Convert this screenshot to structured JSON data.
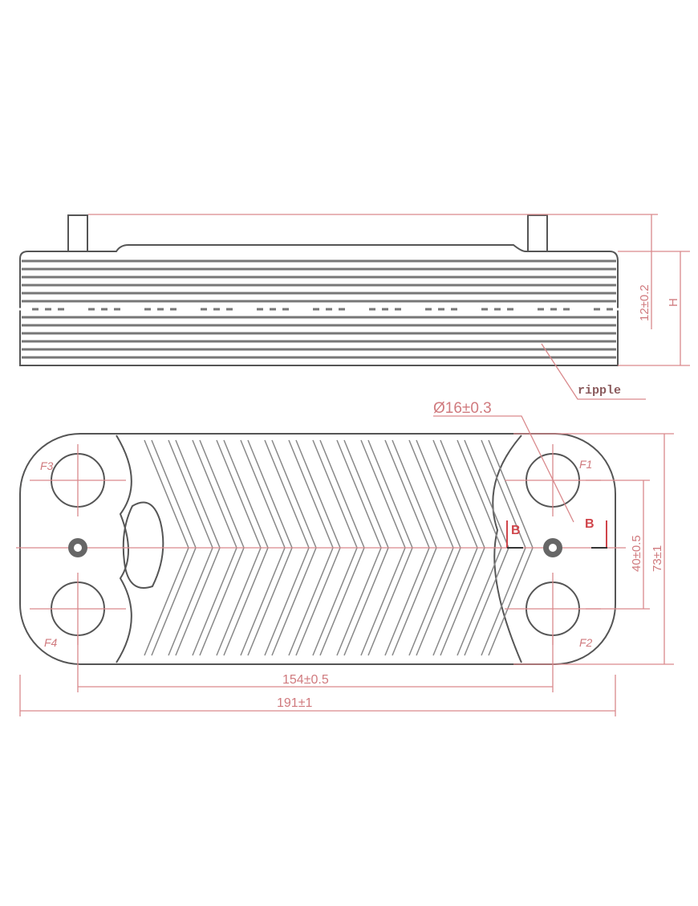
{
  "side_view": {
    "thickness_dim": "12±0.2",
    "height_dim": "H",
    "ripple_label": "ripple"
  },
  "plate_view": {
    "port_diameter_dim": "Ø16±0.3",
    "ports": [
      "F1",
      "F2",
      "F3",
      "F4"
    ],
    "section_marks": [
      "B",
      "B"
    ],
    "port_spacing_dim": "40±0.5",
    "width_dim": "73±1",
    "port_center_dim": "154±0.5",
    "length_dim": "191±1"
  },
  "colors": {
    "outline": "#555555",
    "dimension": "#d9898c",
    "section": "#d0454b"
  }
}
